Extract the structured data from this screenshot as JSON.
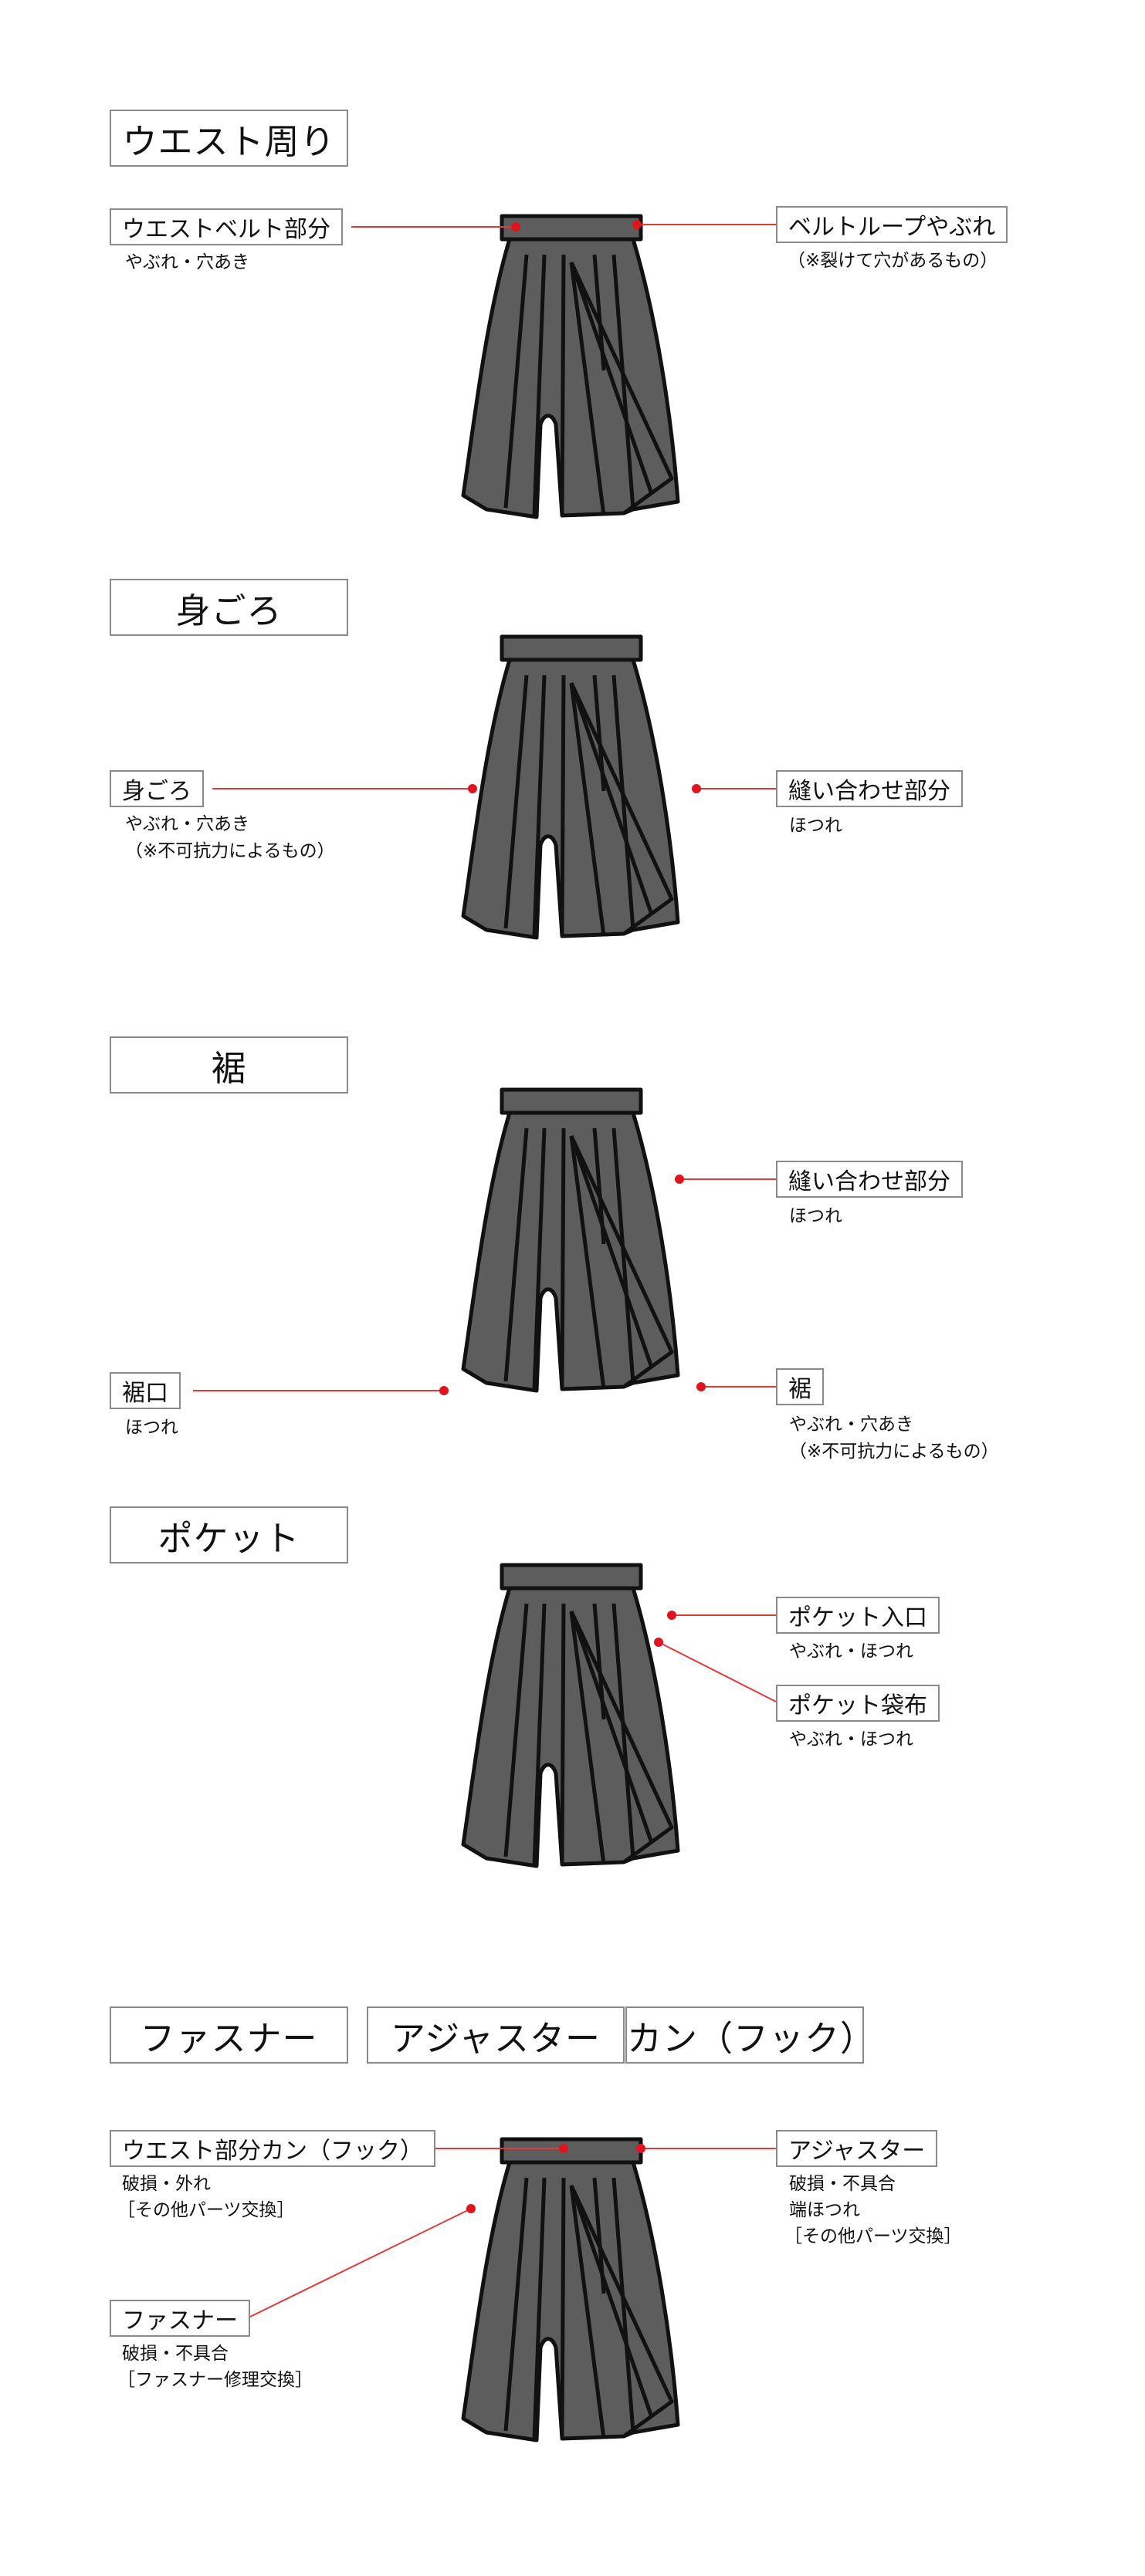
{
  "sections": [
    {
      "heading": "ウエスト周り",
      "labels": [
        {
          "title": "ウエストベルト部分",
          "notes": [
            "やぶれ・穴あき"
          ]
        },
        {
          "title": "ベルトループやぶれ",
          "notes": [
            "（※裂けて穴があるもの）"
          ]
        }
      ]
    },
    {
      "heading": "身ごろ",
      "labels": [
        {
          "title": "身ごろ",
          "notes": [
            "やぶれ・穴あき",
            "（※不可抗力によるもの）"
          ]
        },
        {
          "title": "縫い合わせ部分",
          "notes": [
            "ほつれ"
          ]
        }
      ]
    },
    {
      "heading": "裾",
      "labels": [
        {
          "title": "縫い合わせ部分",
          "notes": [
            "ほつれ"
          ]
        },
        {
          "title": "裾口",
          "notes": [
            "ほつれ"
          ]
        },
        {
          "title": "裾",
          "notes": [
            "やぶれ・穴あき",
            "（※不可抗力によるもの）"
          ]
        }
      ]
    },
    {
      "heading": "ポケット",
      "labels": [
        {
          "title": "ポケット入口",
          "notes": [
            "やぶれ・ほつれ"
          ]
        },
        {
          "title": "ポケット袋布",
          "notes": [
            "やぶれ・ほつれ"
          ]
        }
      ]
    },
    {
      "headings": [
        "ファスナー",
        "アジャスター",
        "カン（フック）"
      ],
      "labels": [
        {
          "title": "ウエスト部分カン（フック）",
          "notes": [
            "破損・外れ",
            "［その他パーツ交換］"
          ]
        },
        {
          "title": "アジャスター",
          "notes": [
            "破損・不具合",
            "端ほつれ",
            "［その他パーツ交換］"
          ]
        },
        {
          "title": "ファスナー",
          "notes": [
            "破損・不具合",
            "［ファスナー修理交換］"
          ]
        }
      ]
    }
  ],
  "colors": {
    "skirt_fill": "#5d5d5d",
    "outline": "#111111",
    "leader_line": "#e03a3a",
    "marker_dot": "#e0141e"
  }
}
